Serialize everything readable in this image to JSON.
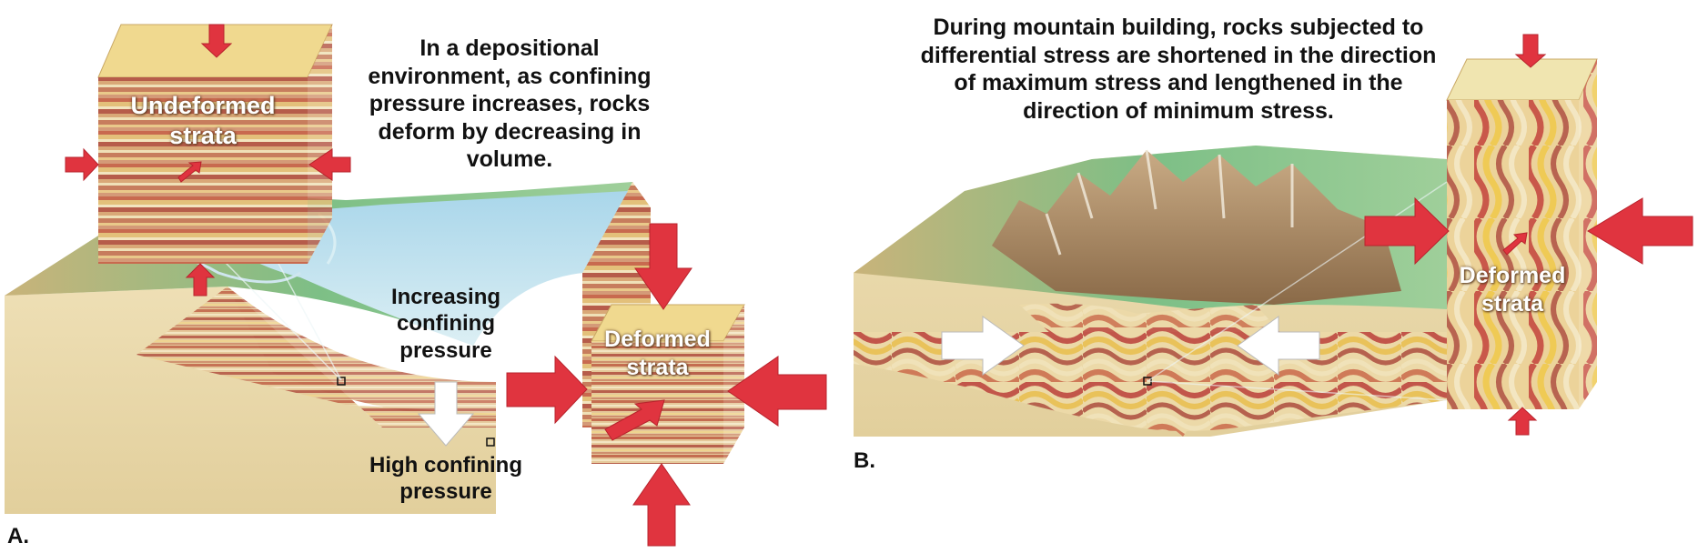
{
  "panel_a": {
    "letter": "A.",
    "caption": "In a depositional\nenvironment, as confining\npressure increases, rocks\ndeform by decreasing in\nvolume.",
    "undeformed_label": "Undeformed\nstrata",
    "increasing_label": "Increasing\nconfining\npressure",
    "high_label": "High confining\npressure",
    "deformed_label": "Deformed\nstrata"
  },
  "panel_b": {
    "letter": "B.",
    "caption": "During mountain building, rocks subjected to\ndifferential stress are shortened in the direction\nof maximum stress and lengthened in the\ndirection of minimum stress.",
    "deformed_label": "Deformed\nstrata"
  },
  "colors": {
    "arrow_red": "#e0343f",
    "sediment_tan": "#e7d6a6",
    "water_blue": "#bfe0ef",
    "land_green": "#7dbf86",
    "mountain_brown": "#a88560"
  }
}
